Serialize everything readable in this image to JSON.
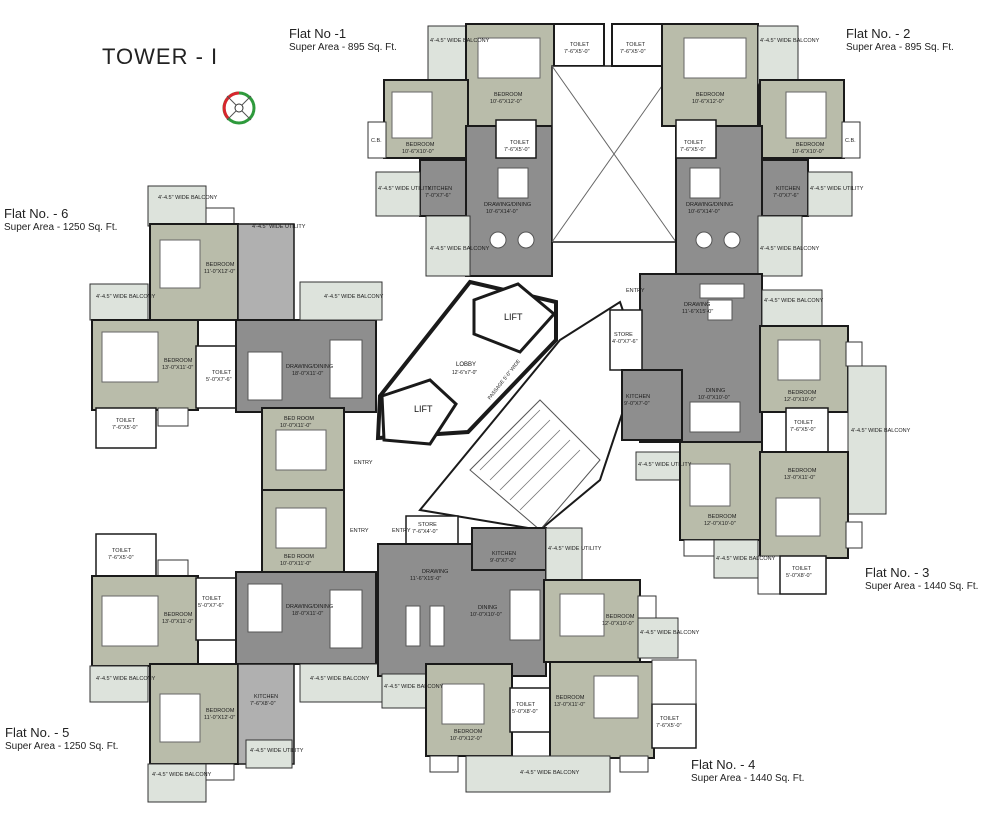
{
  "title": "TOWER - I",
  "compass_icon": "compass-rose-icon",
  "flats": [
    {
      "id": "flat1",
      "name": "Flat No -1",
      "area": "Super Area - 895 Sq. Ft."
    },
    {
      "id": "flat2",
      "name": "Flat No. - 2",
      "area": "Super Area - 895 Sq. Ft."
    },
    {
      "id": "flat3",
      "name": "Flat No. - 3",
      "area": "Super Area - 1440 Sq. Ft."
    },
    {
      "id": "flat4",
      "name": "Flat No. - 4",
      "area": "Super Area - 1440 Sq. Ft."
    },
    {
      "id": "flat5",
      "name": "Flat No. - 5",
      "area": "Super Area - 1250 Sq. Ft."
    },
    {
      "id": "flat6",
      "name": "Flat No. - 6",
      "area": "Super Area - 1250 Sq. Ft."
    }
  ],
  "core": {
    "lift_a": "LIFT",
    "lift_b": "LIFT",
    "lobby": "LOBBY",
    "lobby_size": "12'-6\"x7'-0\"",
    "passage": "PASSAGE 5'-0\" WIDE"
  },
  "rooms": {
    "f1_bed1": "BEDROOM",
    "f1_bed1_s": "10'-6\"X12'-0\"",
    "f1_bed2": "BEDROOM",
    "f1_bed2_s": "10'-6\"X10'-0\"",
    "f1_toilet1": "TOILET",
    "f1_toilet1_s": "7'-6\"X5'-0\"",
    "f1_toilet2": "TOILET",
    "f1_toilet2_s": "7'-6\"X5'-0\"",
    "f1_kitchen": "KITCHEN",
    "f1_kitchen_s": "7'-0\"X7'-6\"",
    "f1_drawing": "DRAWING/DINING",
    "f1_drawing_s": "10'-6\"X14'-0\"",
    "f1_utility": "4'-4.5\" WIDE UTILITY",
    "f1_balcony1": "4'-4.5\" WIDE BALCONY",
    "f1_balcony2": "4'-4.5\" WIDE BALCONY",
    "f1_cb": "C.B.",
    "f2_bed1": "BEDROOM",
    "f2_bed1_s": "10'-6\"X12'-0\"",
    "f2_bed2": "BEDROOM",
    "f2_bed2_s": "10'-6\"X10'-0\"",
    "f2_toilet1": "TOILET",
    "f2_toilet1_s": "7'-6\"X5'-0\"",
    "f2_toilet2": "TOILET",
    "f2_toilet2_s": "7'-6\"X5'-0\"",
    "f2_kitchen": "KITCHEN",
    "f2_kitchen_s": "7'-0\"X7'-6\"",
    "f2_drawing": "DRAWING/DINING",
    "f2_drawing_s": "10'-6\"X14'-0\"",
    "f2_utility": "4'-4.5\" WIDE UTILITY",
    "f2_balcony1": "4'-4.5\" WIDE BALCONY",
    "f2_balcony2": "4'-4.5\" WIDE BALCONY",
    "f2_cb": "C.B.",
    "f3_drawing": "DRAWING",
    "f3_drawing_s": "11'-6\"X15'-0\"",
    "f3_dining": "DINING",
    "f3_dining_s": "10'-0\"X10'-0\"",
    "f3_kitchen": "KITCHEN",
    "f3_kitchen_s": "9'-0\"X7'-0\"",
    "f3_store": "STORE",
    "f3_store_s": "4'-0\"X7'-6\"",
    "f3_bed1": "BEDROOM",
    "f3_bed1_s": "12'-0\"X10'-0\"",
    "f3_bed2": "BEDROOM",
    "f3_bed2_s": "12'-0\"X10'-0\"",
    "f3_bed3": "BEDROOM",
    "f3_bed3_s": "13'-0\"X11'-0\"",
    "f3_toilet1": "TOILET",
    "f3_toilet1_s": "7'-6\"X5'-0\"",
    "f3_toilet2": "TOILET",
    "f3_toilet2_s": "5'-0\"X8'-0\"",
    "f3_balcony1": "4'-4.5\" WIDE BALCONY",
    "f3_balcony2": "4'-4.5\" WIDE BALCONY",
    "f3_balcony3": "4'-4.5\" WIDE BALCONY",
    "f3_utility": "4'-4.5\" WIDE UTILITY",
    "f4_drawing": "DRAWING",
    "f4_drawing_s": "11'-6\"X15'-0\"",
    "f4_dining": "DINING",
    "f4_dining_s": "10'-0\"X10'-0\"",
    "f4_kitchen": "KITCHEN",
    "f4_kitchen_s": "9'-0\"X7'-0\"",
    "f4_store": "STORE",
    "f4_store_s": "7'-6\"X4'-0\"",
    "f4_bed1": "BEDROOM",
    "f4_bed1_s": "12'-0\"X10'-0\"",
    "f4_bed2": "BEDROOM",
    "f4_bed2_s": "13'-0\"X11'-0\"",
    "f4_bed3": "BEDROOM",
    "f4_bed3_s": "10'-0\"X12'-0\"",
    "f4_toilet1": "TOILET",
    "f4_toilet1_s": "5'-0\"X8'-0\"",
    "f4_toilet2": "TOILET",
    "f4_toilet2_s": "7'-6\"X5'-0\"",
    "f4_balcony1": "4'-4.5\" WIDE BALCONY",
    "f4_balcony2": "4'-4.5\" WIDE BALCONY",
    "f4_balcony3": "4'-4.5\" WIDE BALCONY",
    "f4_utility": "4'-4.5\" WIDE UTILITY",
    "f5_drawing": "DRAWING/DINING",
    "f5_drawing_s": "18'-0\"X11'-0\"",
    "f5_kitchen": "KITCHEN",
    "f5_kitchen_s": "7'-6\"X8'-0\"",
    "f5_bed1": "BEDROOM",
    "f5_bed1_s": "13'-0\"X11'-0\"",
    "f5_bed2": "BEDROOM",
    "f5_bed2_s": "11'-0\"X12'-0\"",
    "f5_bed3": "BED ROOM",
    "f5_bed3_s": "10'-0\"X11'-0\"",
    "f5_toilet1": "TOILET",
    "f5_toilet1_s": "7'-6\"X5'-0\"",
    "f5_toilet2": "TOILET",
    "f5_toilet2_s": "5'-0\"X7'-6\"",
    "f5_balcony1": "4'-4.5\" WIDE BALCONY",
    "f5_balcony2": "4'-4.5\" WIDE BALCONY",
    "f5_balcony3": "4'-4.5\" WIDE BALCONY",
    "f5_utility": "4'-4.5\" WIDE UTILITY",
    "f6_drawing": "DRAWING/DINING",
    "f6_drawing_s": "18'-0\"X11'-0\"",
    "f6_bed1": "BEDROOM",
    "f6_bed1_s": "11'-0\"X12'-0\"",
    "f6_bed2": "BEDROOM",
    "f6_bed2_s": "13'-0\"X11'-0\"",
    "f6_bed3": "BED ROOM",
    "f6_bed3_s": "10'-0\"X11'-0\"",
    "f6_toilet1": "TOILET",
    "f6_toilet1_s": "7'-6\"X5'-0\"",
    "f6_toilet2": "TOILET",
    "f6_toilet2_s": "5'-0\"X7'-6\"",
    "f6_balcony1": "4'-4.5\" WIDE BALCONY",
    "f6_balcony2": "4'-4.5\" WIDE BALCONY",
    "f6_balcony3": "4'-4.5\" WIDE BALCONY",
    "f6_utility": "4'-4.5\" WIDE UTILITY",
    "entry": "ENTRY",
    "cb": "C.B."
  },
  "colors": {
    "living": "#8e8e8e",
    "bedroom": "#b9bcaa",
    "balcony": "#dde3dc",
    "wall": "#1a1a1a",
    "compass_red": "#d8262e",
    "compass_green": "#2e9a3c"
  }
}
